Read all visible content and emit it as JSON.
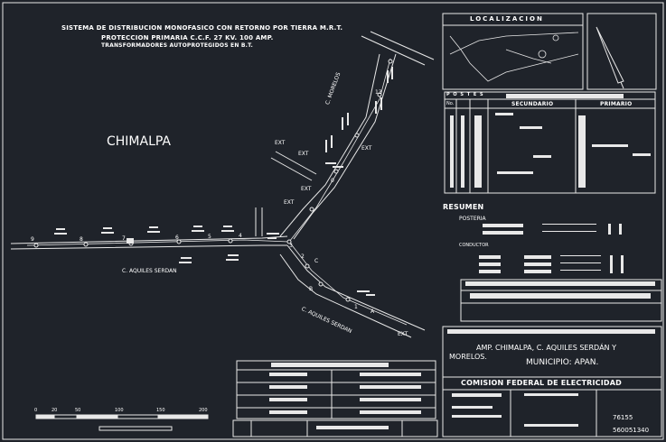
{
  "header": {
    "line1": "SISTEMA DE DISTRIBUCION MONOFASICO CON RETORNO POR TIERRA M.R.T.",
    "line2": "PROTECCION PRIMARIA C.C.F.  27 KV.  100 AMP.",
    "line3": "TRANSFORMADORES AUTOPROTEGIDOS EN B.T."
  },
  "map": {
    "town": "CHIMALPA",
    "street_morelos": "C. MORELOS",
    "street_serdan_1": "C. AQUILES SERDAN",
    "street_serdan_2": "C. AQUILES SERDAN",
    "ext_labels": [
      "EXT",
      "EXT",
      "EXT",
      "EXT",
      "EXT",
      "EXT"
    ],
    "nodes": [
      "9",
      "8",
      "7",
      "6",
      "5",
      "4",
      "3",
      "2",
      "C",
      "B",
      "1",
      "A",
      "0",
      "13"
    ]
  },
  "right_panel": {
    "localizacion_title": "LOCALIZACION",
    "postes_title": "P O S T E S",
    "col_no": "No.",
    "col_secundario": "SECUNDARIO",
    "col_primario": "PRIMARIO",
    "resumen_title": "RESUMEN",
    "posteria_label": "POSTERIA",
    "conductor_label": "CONDUCTOR"
  },
  "title_block": {
    "project_line1": "AMP. CHIMALPA, C. AQUILES SERDÁN Y",
    "project_line2": "MORELOS.",
    "municipio": "MUNICIPIO: APAN.",
    "company": "COMISION FEDERAL DE ELECTRICIDAD",
    "code1": "76155",
    "code2": "560051340"
  },
  "scale_bar": {
    "ticks": [
      "0",
      "20",
      "50",
      "100",
      "150",
      "200"
    ]
  },
  "colors": {
    "background": "#1f232a",
    "lines": "#e8e8e8"
  }
}
